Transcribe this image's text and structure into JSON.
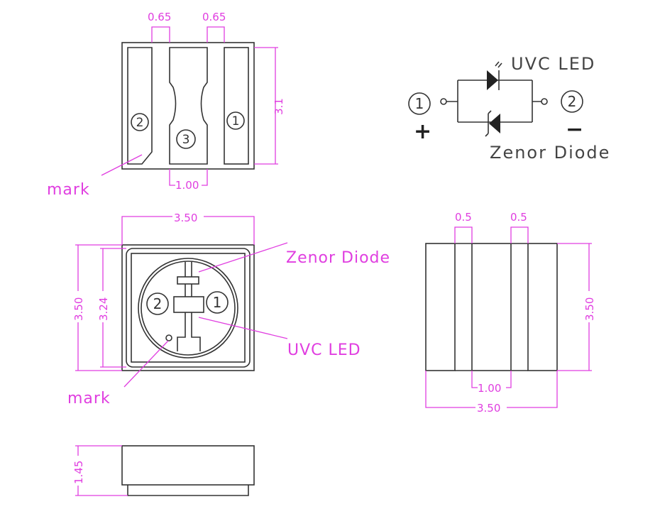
{
  "colors": {
    "dimension": "#e03ee0",
    "outline": "#333333"
  },
  "top_view": {
    "dim_gap_left": "0.65",
    "dim_gap_right": "0.65",
    "dim_height": "3.1",
    "dim_pad_width": "1.00",
    "pad_labels": [
      "2",
      "3",
      "1"
    ],
    "mark_label": "mark"
  },
  "schematic": {
    "pin1": "1",
    "pin2": "2",
    "plus": "+",
    "minus": "−",
    "led_label": "UVC  LED",
    "zener_label": "Zenor  Diode"
  },
  "front_view": {
    "dim_width": "3.50",
    "dim_height": "3.50",
    "dim_inner": "3.24",
    "pin_labels": [
      "2",
      "1"
    ],
    "zener_label": "Zenor    Diode",
    "led_label": "UVC    LED",
    "mark_label": "mark"
  },
  "bottom_view": {
    "dim_gap_left": "0.5",
    "dim_gap_right": "0.5",
    "dim_height": "3.50",
    "dim_center": "1.00",
    "dim_width": "3.50"
  },
  "side_view": {
    "dim_height": "1.45"
  }
}
